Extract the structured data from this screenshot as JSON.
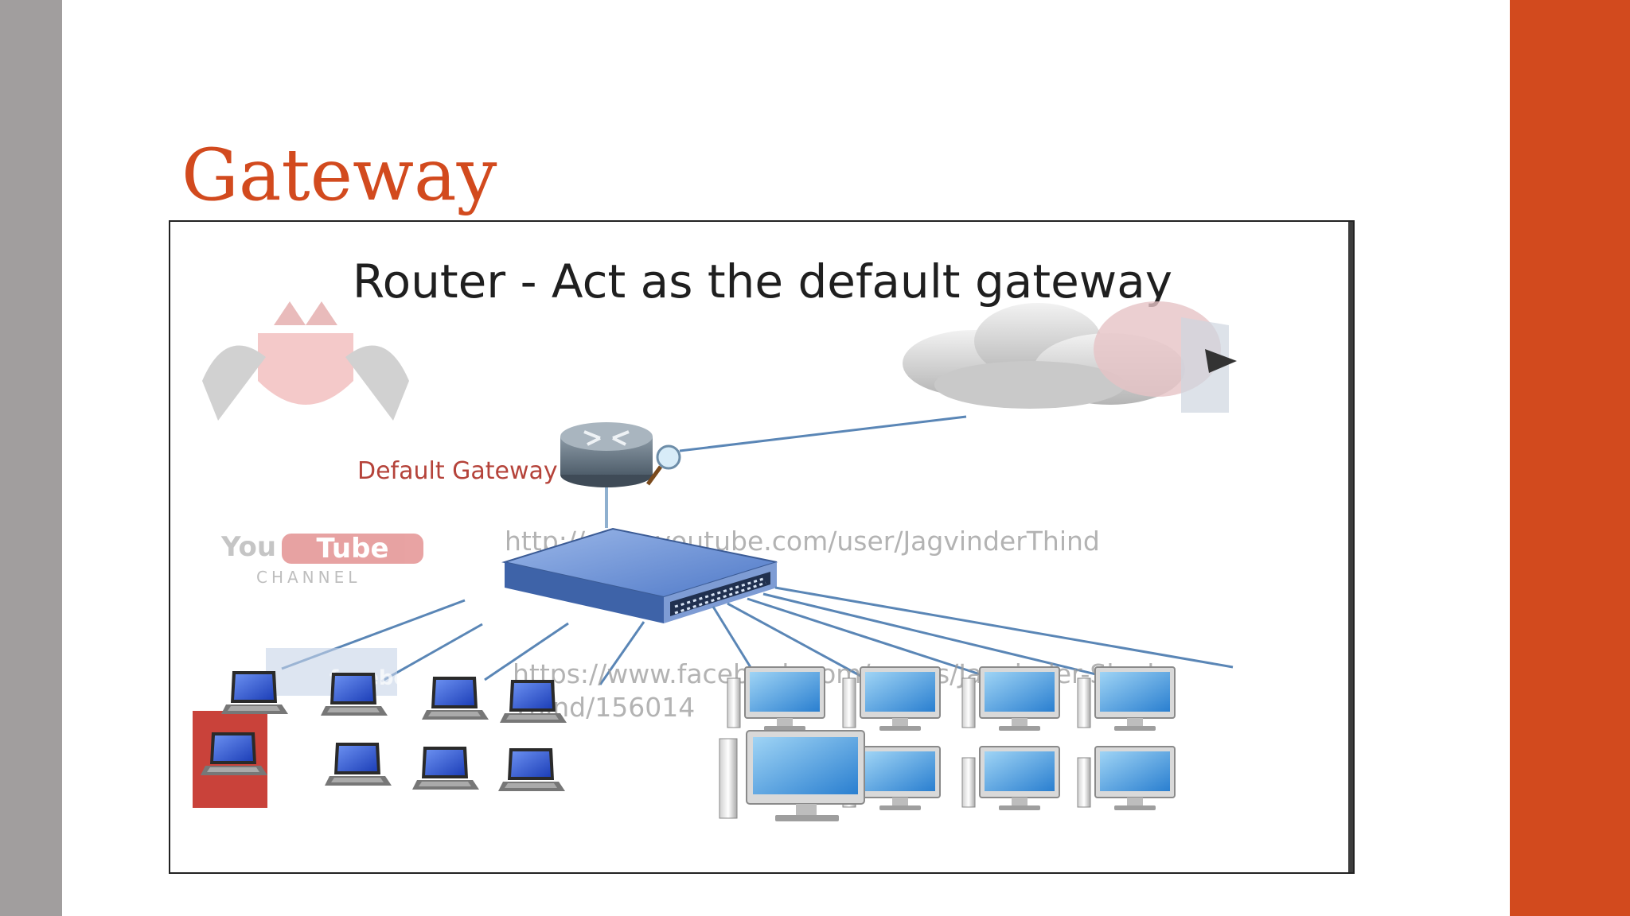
{
  "slide": {
    "title": "Gateway",
    "title_color": "#d24a1e",
    "accent_color": "#d24a1e",
    "left_bar_color": "#a19e9e"
  },
  "diagram": {
    "heading": "Router - Act as the default gateway",
    "router_label": "Default Gateway",
    "watermark_youtube_you": "You",
    "watermark_youtube_tube": "Tube",
    "watermark_channel": "CHANNEL",
    "watermark_url_youtube": "http://www.youtube.com/user/JagvinderThind",
    "watermark_url_facebook_1": "https://www.facebook.com/pages/Jagvinder-Singh-",
    "watermark_url_facebook_2": "Thind/156014",
    "watermark_facebook": "facebook",
    "nodes": {
      "router": "router-icon",
      "switch": "network-switch-icon",
      "internet": "cloud-icon",
      "laptops": "laptop-icon",
      "desktops": "desktop-computer-icon"
    }
  }
}
